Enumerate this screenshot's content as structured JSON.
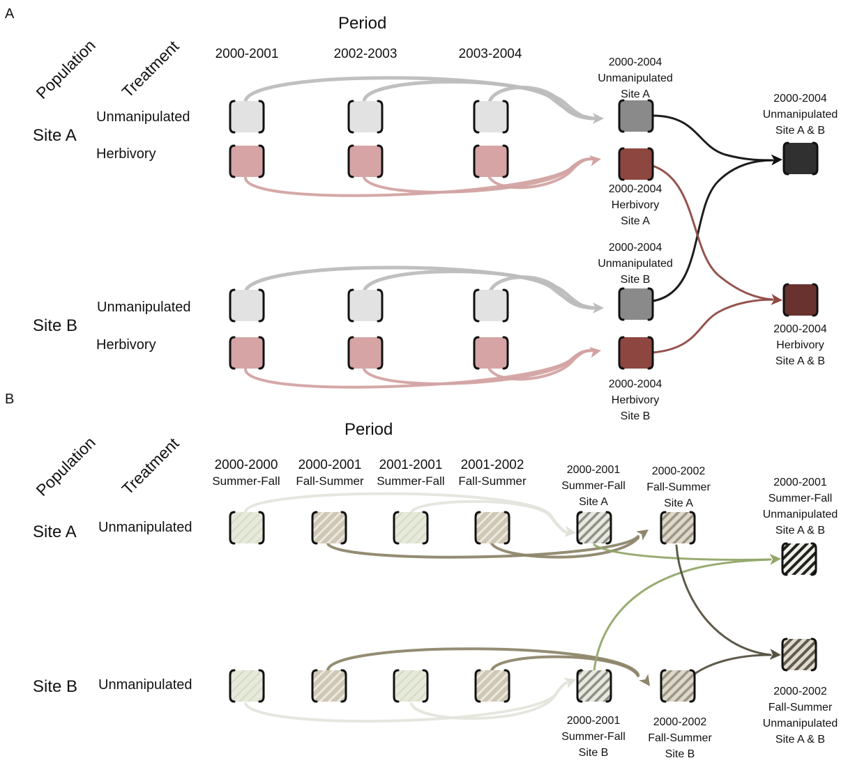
{
  "panel_a": {
    "label": "A",
    "population_header": "Population",
    "treatment_header": "Treatment",
    "period_header": "Period",
    "columns": [
      "2000-2001",
      "2002-2003",
      "2003-2004"
    ],
    "site_a": "Site A",
    "site_b": "Site B",
    "unmanipulated": "Unmanipulated",
    "herbivory": "Herbivory",
    "node_unmanip_a": [
      "2000-2004",
      "Unmanipulated",
      "Site A"
    ],
    "node_herb_a": [
      "2000-2004",
      "Herbivory",
      "Site A"
    ],
    "node_unmanip_b": [
      "2000-2004",
      "Unmanipulated",
      "Site B"
    ],
    "node_herb_b": [
      "2000-2004",
      "Herbivory",
      "Site B"
    ],
    "node_unmanip_ab": [
      "2000-2004",
      "Unmanipulated",
      "Site A & B"
    ],
    "node_herb_ab": [
      "2000-2004",
      "Herbivory",
      "Site A & B"
    ]
  },
  "panel_b": {
    "label": "B",
    "population_header": "Population",
    "treatment_header": "Treatment",
    "period_header": "Period",
    "columns": [
      [
        "2000-2000",
        "Summer-Fall"
      ],
      [
        "2000-2001",
        "Fall-Summer"
      ],
      [
        "2001-2001",
        "Summer-Fall"
      ],
      [
        "2001-2002",
        "Fall-Summer"
      ]
    ],
    "site_a": "Site A",
    "site_b": "Site B",
    "unmanipulated_a": "Unmanipulated",
    "unmanipulated_b": "Unmanipulated",
    "node_sf_a": [
      "2000-2001",
      "Summer-Fall",
      "Site A"
    ],
    "node_fs_a": [
      "2000-2002",
      "Fall-Summer",
      "Site A"
    ],
    "node_sf_b": [
      "2000-2001",
      "Summer-Fall",
      "Site B"
    ],
    "node_fs_b": [
      "2000-2002",
      "Fall-Summer",
      "Site B"
    ],
    "node_sf_ab": [
      "2000-2001",
      "Summer-Fall",
      "Unmanipulated",
      "Site A & B"
    ],
    "node_fs_ab": [
      "2000-2002",
      "Fall-Summer",
      "Unmanipulated",
      "Site A & B"
    ]
  },
  "colors": {
    "light_grey": "#e2e2e2",
    "light_pink": "#d6a4a4",
    "mid_grey": "#8a8a8a",
    "dark_red": "#8e4740",
    "black_box": "#303030",
    "dark_maroon": "#6a322e",
    "grey_arrow": "#bdbdbd",
    "pink_arrow": "#d3a3a3",
    "red_arrow": "#8e4a44",
    "olive_arrow": "#8e866b",
    "green_arrow": "#93a66a",
    "dark_olive_arrow": "#55513f",
    "pale_arrow": "#e4e6dd"
  }
}
